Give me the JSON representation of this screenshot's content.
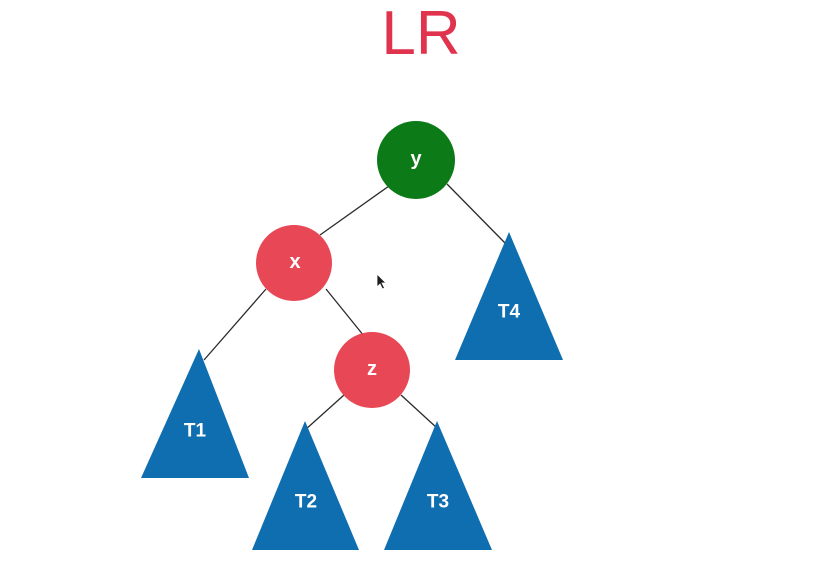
{
  "title": "LR",
  "colors": {
    "title": "#e0334e",
    "node_red": "#e84856",
    "node_green": "#0c7a16",
    "subtree_blue": "#0e6eb0",
    "edge": "#2b2b2b"
  },
  "nodes": {
    "y": {
      "label": "y",
      "color": "green"
    },
    "x": {
      "label": "x",
      "color": "red"
    },
    "z": {
      "label": "z",
      "color": "red"
    }
  },
  "subtrees": {
    "t1": {
      "label": "T1"
    },
    "t2": {
      "label": "T2"
    },
    "t3": {
      "label": "T3"
    },
    "t4": {
      "label": "T4"
    }
  },
  "edges": [
    [
      "y",
      "x"
    ],
    [
      "y",
      "t4"
    ],
    [
      "x",
      "t1"
    ],
    [
      "x",
      "z"
    ],
    [
      "z",
      "t2"
    ],
    [
      "z",
      "t3"
    ]
  ],
  "cursor_icon": "arrow-cursor-icon"
}
